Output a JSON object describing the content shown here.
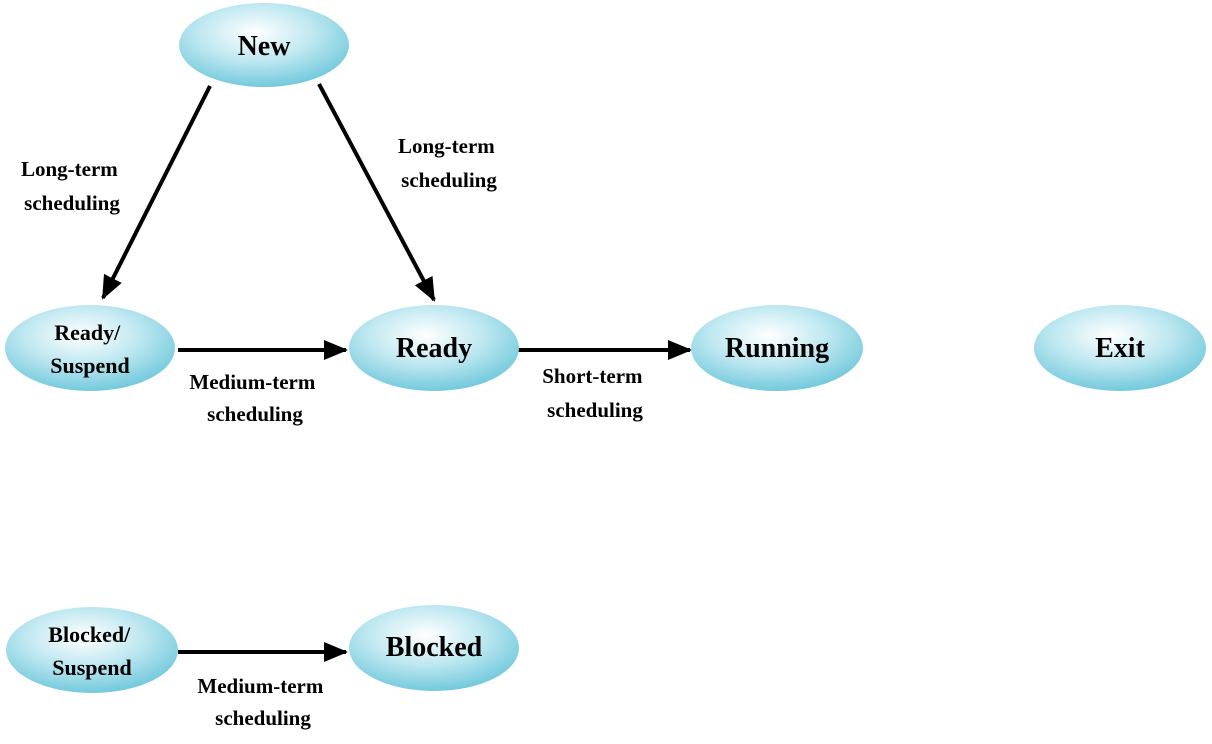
{
  "colors": {
    "node_fill_light": "#ffffff",
    "node_fill_mid": "#bfe8f1",
    "node_fill_dark": "#5bc0d6",
    "arrow": "#000000",
    "text": "#000000"
  },
  "nodes": {
    "new": {
      "label": "New"
    },
    "ready_suspend": {
      "line1": "Ready/",
      "line2": "Suspend"
    },
    "ready": {
      "label": "Ready"
    },
    "running": {
      "label": "Running"
    },
    "exit": {
      "label": "Exit"
    },
    "blocked_suspend": {
      "line1": "Blocked/",
      "line2": "Suspend"
    },
    "blocked": {
      "label": "Blocked"
    }
  },
  "edges": {
    "new_to_ready_suspend": {
      "line1": "Long-term",
      "line2": "scheduling"
    },
    "new_to_ready": {
      "line1": "Long-term",
      "line2": "scheduling"
    },
    "ready_suspend_to_ready": {
      "line1": "Medium-term",
      "line2": "scheduling"
    },
    "ready_to_running": {
      "line1": "Short-term",
      "line2": "scheduling"
    },
    "blocked_suspend_to_blocked": {
      "line1": "Medium-term",
      "line2": "scheduling"
    }
  }
}
